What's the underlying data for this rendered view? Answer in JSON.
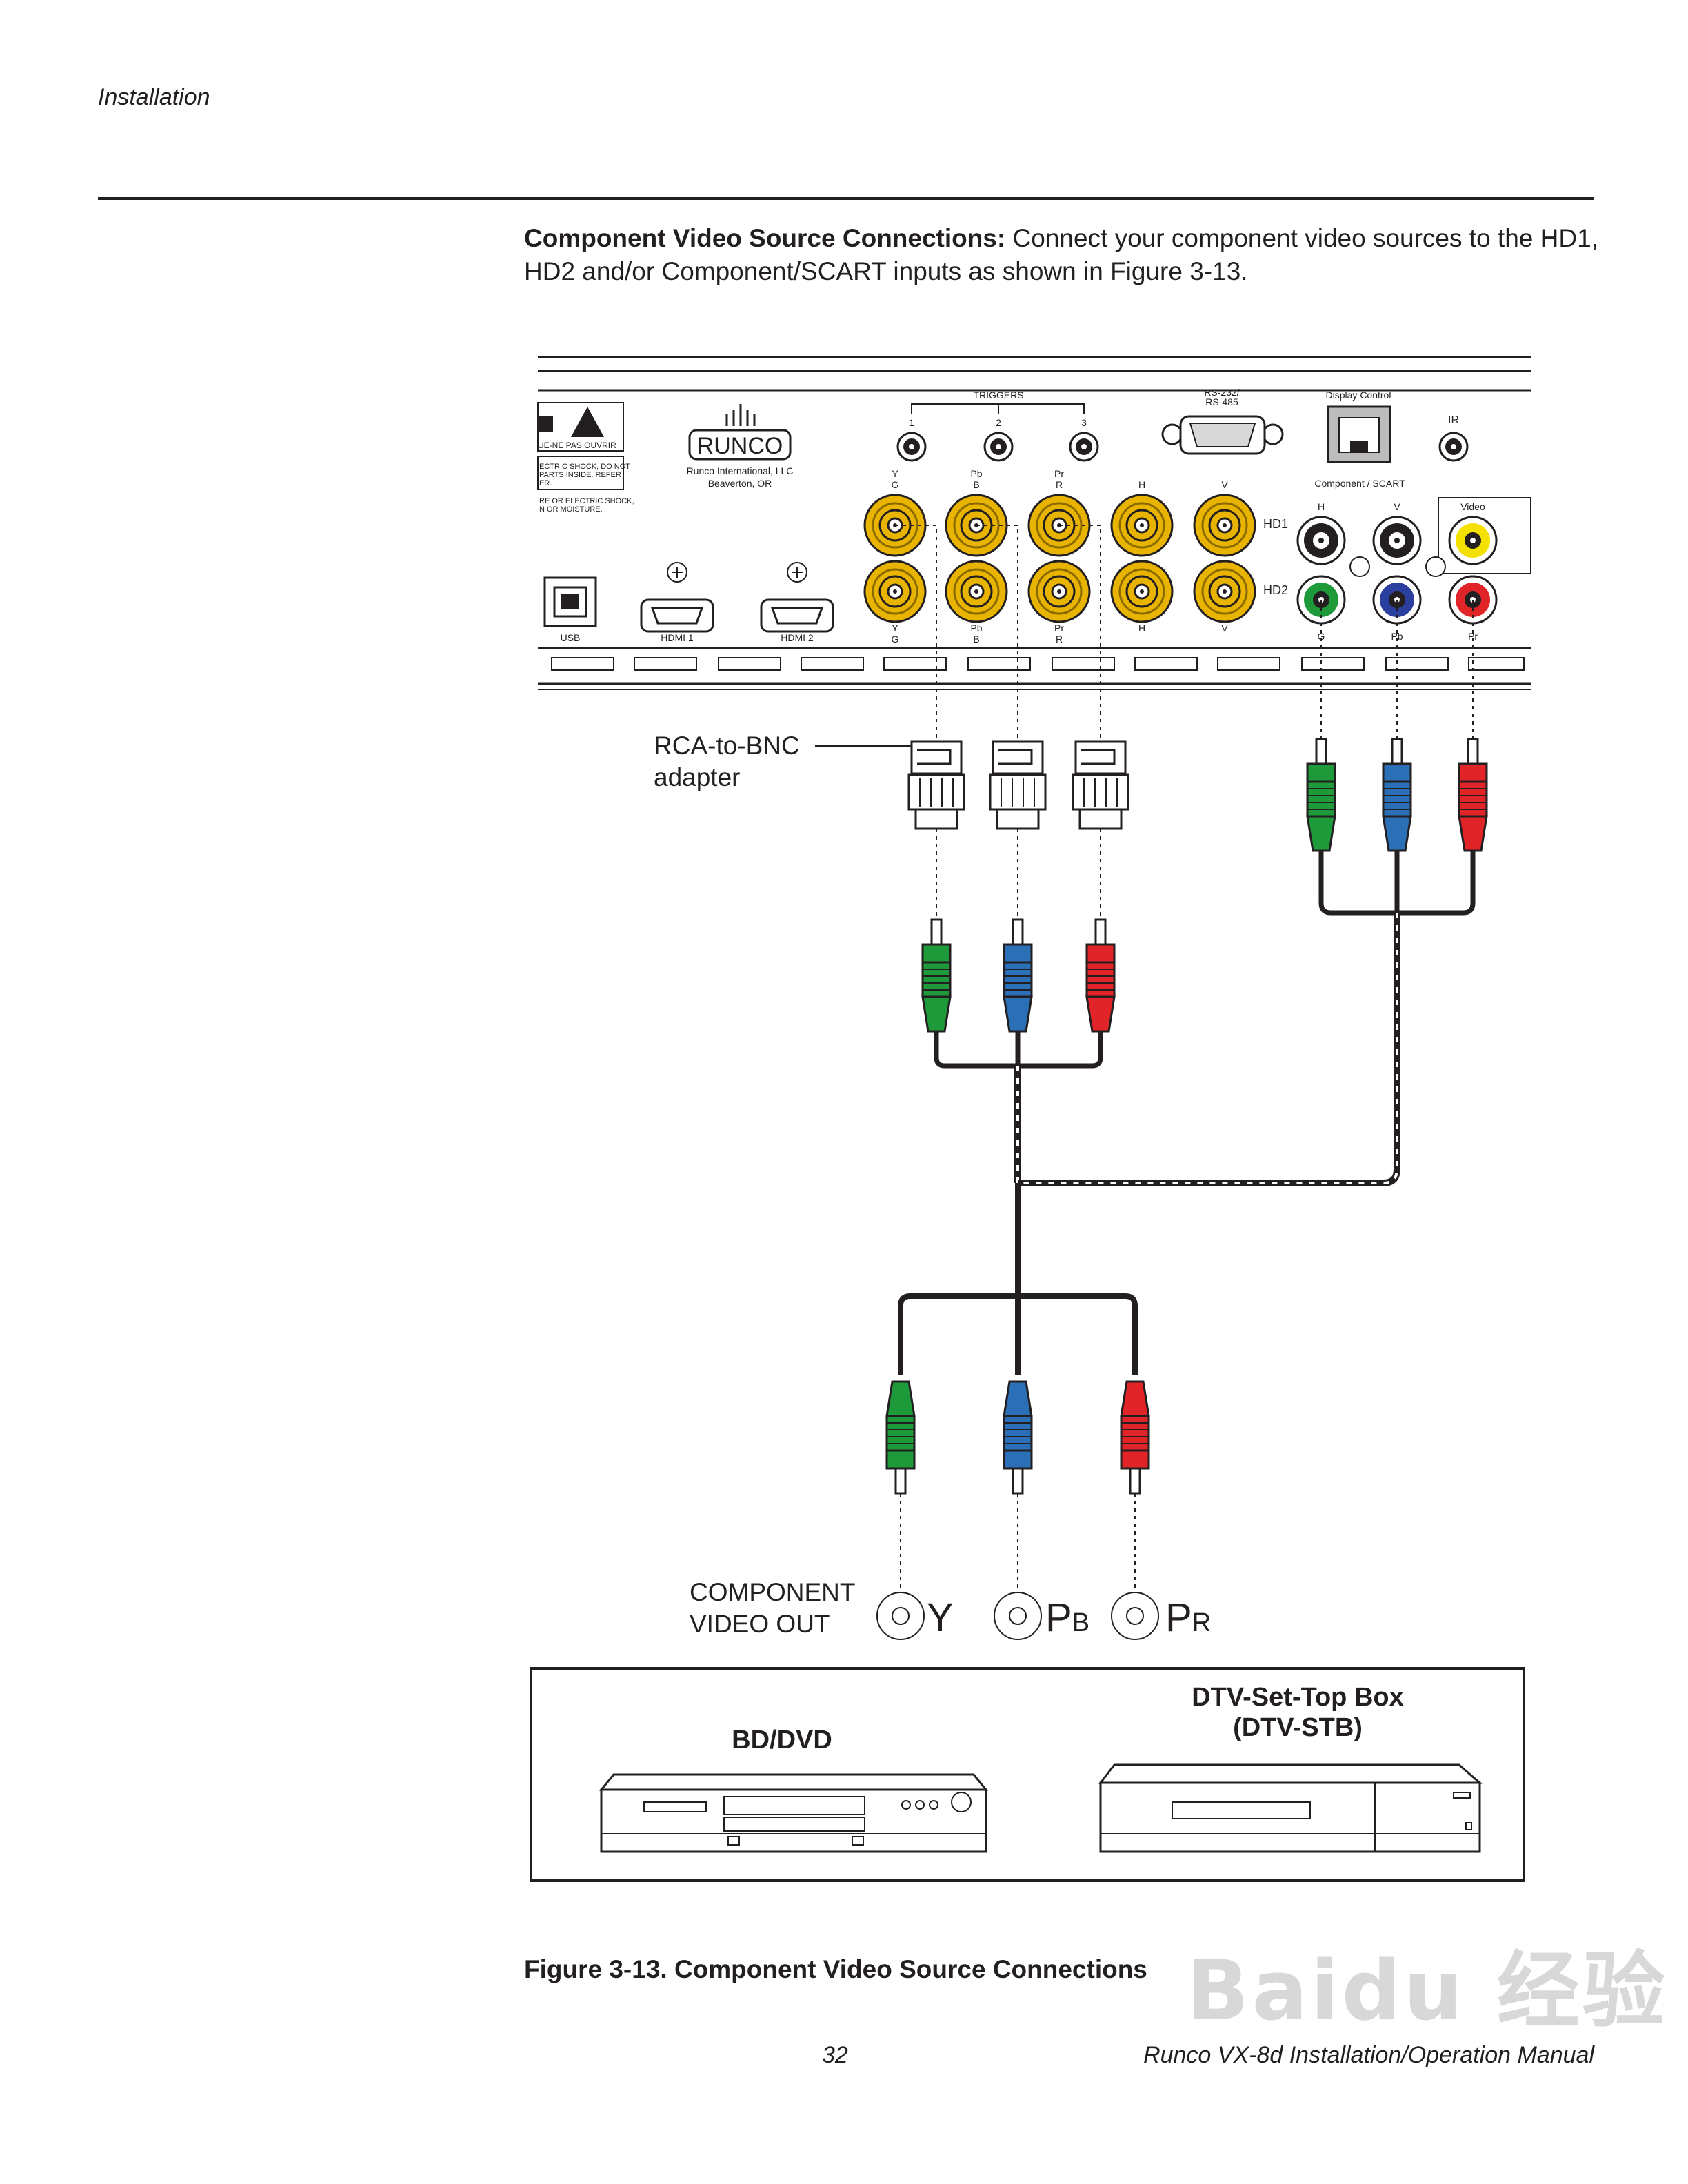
{
  "header": {
    "section": "Installation"
  },
  "intro": {
    "heading": "Component Video Source Connections:",
    "body": " Connect your component video sources to the HD1, HD2 and/or Component/SCART inputs as shown in Figure 3-13."
  },
  "panel": {
    "warning_text": "UE-NE PAS OUVRIR",
    "warning_lines": [
      "ECTRIC SHOCK, DO NOT",
      "PARTS INSIDE. REFER",
      "ER."
    ],
    "warning_lines2": [
      "RE OR ELECTRIC SHOCK,",
      "N OR MOISTURE."
    ],
    "brand": "RUNCO",
    "company": "Runco International, LLC",
    "city": "Beaverton, OR",
    "triggers_label": "TRIGGERS",
    "trigger_numbers": [
      "1",
      "2",
      "3"
    ],
    "rs232_label": "RS-232/",
    "rs485_label": "RS-485",
    "display_control_label": "Display Control",
    "ir_label": "IR",
    "component_scart_label": "Component / SCART",
    "hd1_label": "HD1",
    "hd2_label": "HD2",
    "bnc_top_labels": [
      {
        "a": "Y",
        "b": "G"
      },
      {
        "a": "Pb",
        "b": "B"
      },
      {
        "a": "Pr",
        "b": "R"
      },
      {
        "a": "H",
        "b": ""
      },
      {
        "a": "V",
        "b": ""
      }
    ],
    "bnc_bottom_labels": [
      {
        "a": "Y",
        "b": "G"
      },
      {
        "a": "Pb",
        "b": "B"
      },
      {
        "a": "Pr",
        "b": "R"
      },
      {
        "a": "H",
        "b": ""
      },
      {
        "a": "V",
        "b": ""
      }
    ],
    "scart_top_labels": [
      "H",
      "V",
      "Video"
    ],
    "scart_bottom_labels": [
      "G",
      "Pb",
      "Pr"
    ],
    "usb_label": "USB",
    "hdmi1_label": "HDMI 1",
    "hdmi2_label": "HDMI 2"
  },
  "callouts": {
    "adapter_line1": "RCA-to-BNC",
    "adapter_line2": "adapter",
    "component_out_line1": "COMPONENT",
    "component_out_line2": "VIDEO OUT",
    "out_y": "Y",
    "out_pb": "P",
    "out_pb_sub": "B",
    "out_pr": "P",
    "out_pr_sub": "R"
  },
  "devices": {
    "bd_dvd": "BD/DVD",
    "stb_line1": "DTV-Set-Top Box",
    "stb_line2": "(DTV-STB)"
  },
  "colors": {
    "bnc_gold": "#e8b400",
    "green": "#1e9a3b",
    "blue": "#2b6fb6",
    "red": "#e02428",
    "yellow": "#f5e100",
    "cable": "#231f20"
  },
  "caption": "Figure 3-13. Component Video Source Connections",
  "footer": {
    "page_number": "32",
    "manual_title": "Runco VX-8d Installation/Operation Manual"
  },
  "watermark": "Baidu 经验"
}
